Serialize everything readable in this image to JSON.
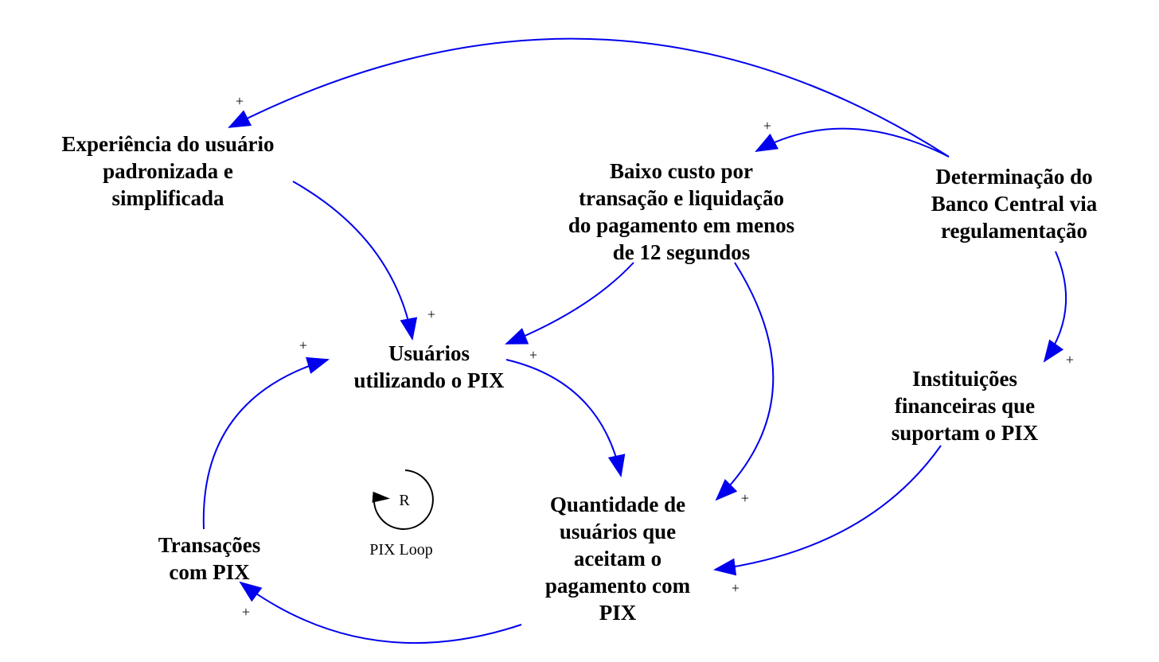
{
  "diagram": {
    "nodes": [
      {
        "id": "experiencia",
        "lines": [
          "Experiência do usuário",
          "padronizada e",
          "simplificada"
        ]
      },
      {
        "id": "baixo_custo",
        "lines": [
          "Baixo custo por",
          "transação e liquidação",
          "do pagamento em menos",
          "de 12 segundos"
        ]
      },
      {
        "id": "determinacao",
        "lines": [
          "Determinação do",
          "Banco Central via",
          "regulamentação"
        ]
      },
      {
        "id": "usuarios",
        "lines": [
          "Usuários",
          "utilizando o PIX"
        ]
      },
      {
        "id": "instituicoes",
        "lines": [
          "Instituições",
          "financeiras que",
          "suportam o PIX"
        ]
      },
      {
        "id": "quantidade",
        "lines": [
          "Quantidade de",
          "usuários que",
          "aceitam o",
          "pagamento com",
          "PIX"
        ]
      },
      {
        "id": "transacoes",
        "lines": [
          "Transações",
          "com PIX"
        ]
      }
    ],
    "links": [
      {
        "id": "determinacao-to-experiencia",
        "from": "determinacao",
        "to": "experiencia",
        "polarity": "+"
      },
      {
        "id": "determinacao-to-baixo-custo",
        "from": "determinacao",
        "to": "baixo_custo",
        "polarity": "+"
      },
      {
        "id": "determinacao-to-instituicoes",
        "from": "determinacao",
        "to": "instituicoes",
        "polarity": "+"
      },
      {
        "id": "experiencia-to-usuarios",
        "from": "experiencia",
        "to": "usuarios",
        "polarity": "+"
      },
      {
        "id": "baixo-custo-to-usuarios",
        "from": "baixo_custo",
        "to": "usuarios",
        "polarity": "+"
      },
      {
        "id": "baixo-custo-to-quantidade",
        "from": "baixo_custo",
        "to": "quantidade",
        "polarity": "+"
      },
      {
        "id": "usuarios-to-quantidade",
        "from": "usuarios",
        "to": "quantidade",
        "polarity": "+"
      },
      {
        "id": "instituicoes-to-quantidade",
        "from": "instituicoes",
        "to": "quantidade",
        "polarity": "+"
      },
      {
        "id": "quantidade-to-transacoes",
        "from": "quantidade",
        "to": "transacoes",
        "polarity": "+"
      },
      {
        "id": "transacoes-to-usuarios",
        "from": "transacoes",
        "to": "usuarios",
        "polarity": "+"
      }
    ],
    "loop": {
      "symbol": "R",
      "name": "PIX Loop"
    },
    "colors": {
      "arrow": "#0000ee",
      "text": "#000000",
      "background": "#ffffff"
    }
  }
}
